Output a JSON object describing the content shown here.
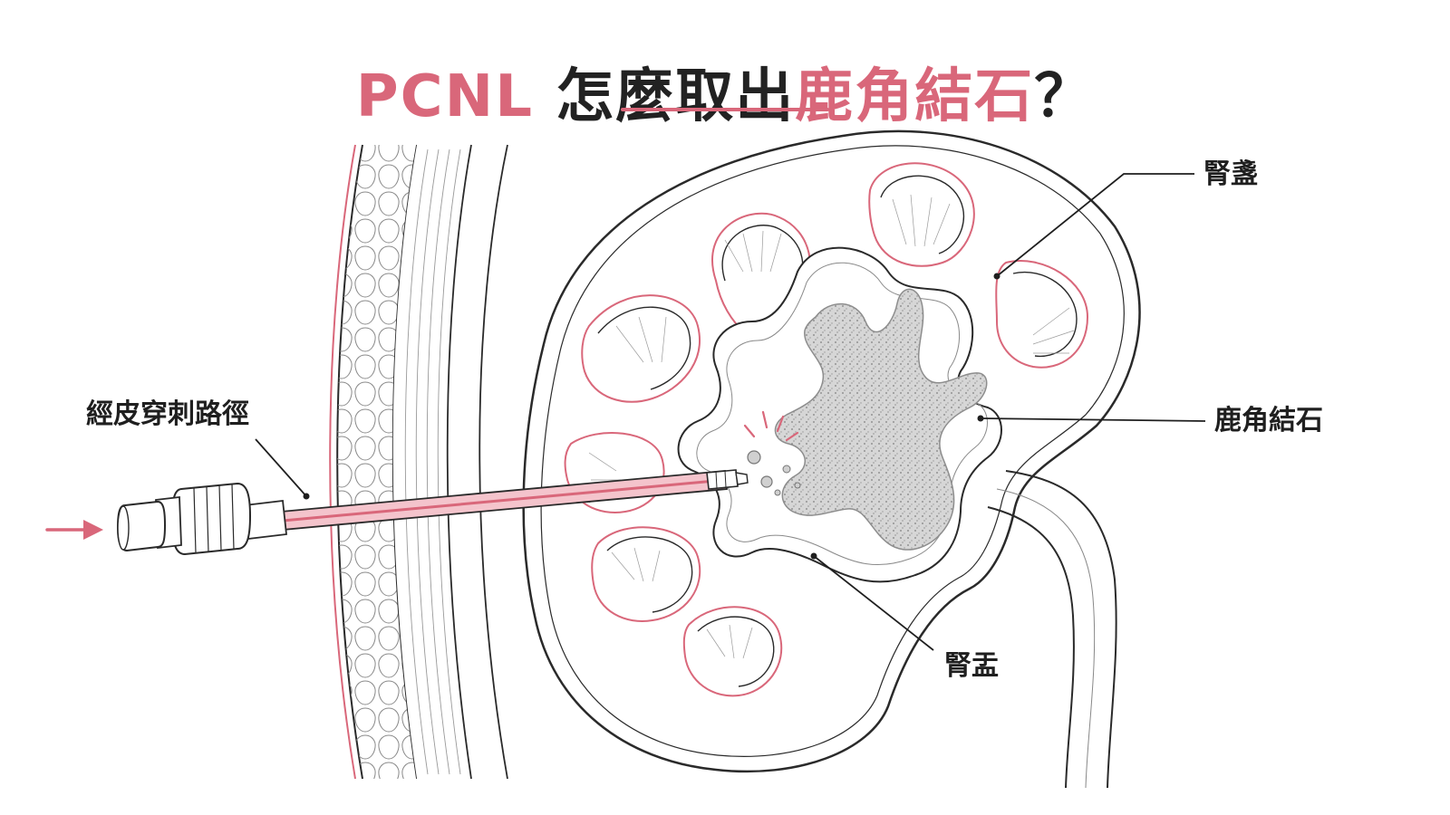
{
  "title": {
    "part_a": "PCNL ",
    "part_b": "怎麼取出",
    "part_c": "鹿角結石",
    "part_d": "？"
  },
  "labels": {
    "percutaneous_tract": "經皮穿刺路徑",
    "renal_calyx": "腎盞",
    "staghorn_stone": "鹿角結石",
    "renal_pelvis": "腎盂"
  },
  "colors": {
    "accent": "#d9677a",
    "ink": "#222222",
    "line": "#2a2a2a",
    "stone": "#c9c9c9",
    "stone_shadow": "#8d8d8d"
  },
  "icons": {
    "entry_arrow": "arrow-right-icon",
    "nephroscope": "nephroscope-icon"
  }
}
